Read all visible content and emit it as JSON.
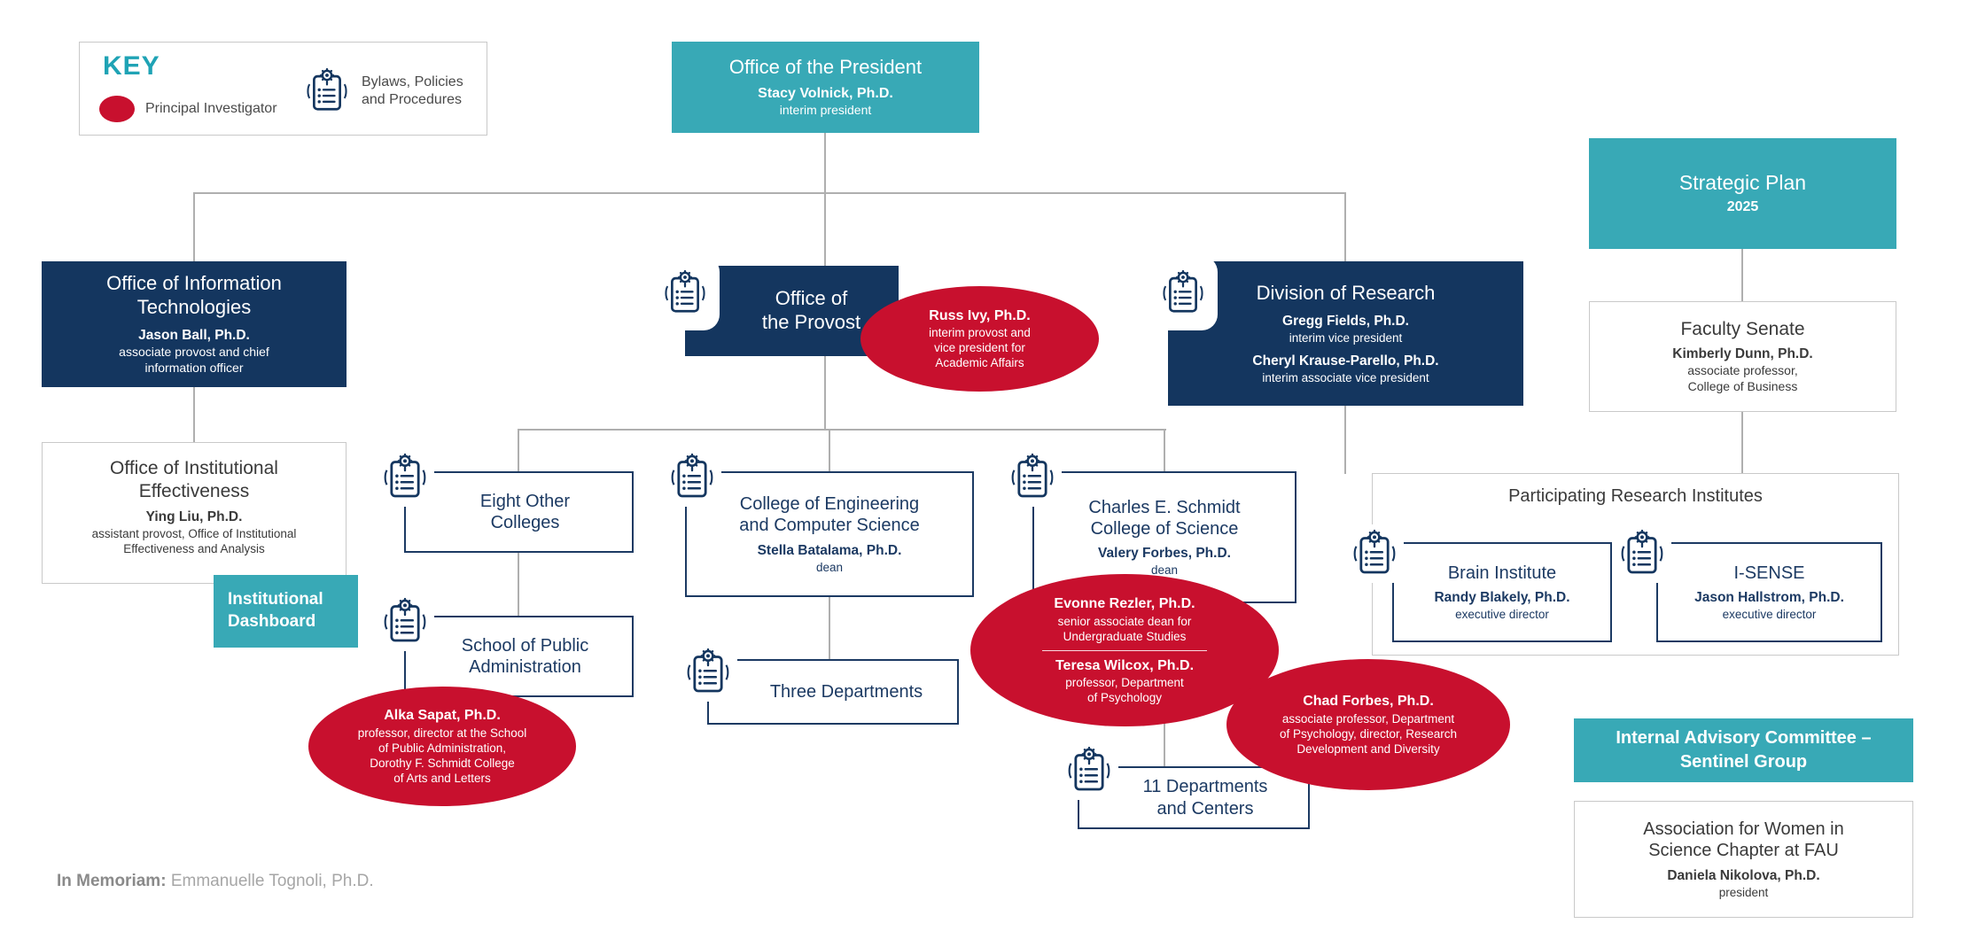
{
  "palette": {
    "teal": "#38A9B6",
    "navy": "#14365F",
    "red": "#C8102E",
    "line_gray": "#AFAFAF"
  },
  "key": {
    "title": "KEY",
    "principal_investigator": "Principal Investigator",
    "bylaws": "Bylaws, Policies\nand Procedures"
  },
  "nodes": {
    "president": {
      "title": "Office of the President",
      "name": "Stacy Volnick, Ph.D.",
      "role": "interim president"
    },
    "strategic_plan": {
      "title": "Strategic Plan",
      "year": "2025"
    },
    "oit": {
      "title": "Office of Information\nTechnologies",
      "name": "Jason Ball, Ph.D.",
      "role": "associate provost and chief\ninformation officer"
    },
    "provost": {
      "title": "Office of\nthe Provost"
    },
    "russ_ivy": {
      "name": "Russ Ivy, Ph.D.",
      "role": "interim provost and\nvice president for\nAcademic Affairs"
    },
    "research": {
      "title": "Division of Research",
      "person1_name": "Gregg Fields, Ph.D.",
      "person1_role": "interim vice president",
      "person2_name": "Cheryl Krause-Parello, Ph.D.",
      "person2_role": "interim associate vice president"
    },
    "faculty_senate": {
      "title": "Faculty Senate",
      "name": "Kimberly Dunn, Ph.D.",
      "role": "associate professor,\nCollege of Business"
    },
    "oie": {
      "title": "Office of Institutional\nEffectiveness",
      "name": "Ying Liu, Ph.D.",
      "role": "assistant provost, Office of Institutional\nEffectiveness and Analysis"
    },
    "dashboard": {
      "title": "Institutional\nDashboard"
    },
    "eight_colleges": {
      "title": "Eight Other\nColleges"
    },
    "engineering": {
      "title": "College of Engineering\nand Computer Science",
      "name": "Stella Batalama, Ph.D.",
      "role": "dean"
    },
    "schmidt": {
      "title": "Charles E. Schmidt\nCollege of Science",
      "name": "Valery Forbes, Ph.D.",
      "role": "dean"
    },
    "public_admin": {
      "title": "School of Public\nAdministration"
    },
    "alka_sapat": {
      "name": "Alka Sapat, Ph.D.",
      "role": "professor, director at the School\nof Public Administration,\nDorothy F. Schmidt College\nof Arts and Letters"
    },
    "three_departments": {
      "title": "Three Departments"
    },
    "rezler": {
      "name": "Evonne Rezler, Ph.D.",
      "role": "senior associate dean for\nUndergraduate Studies"
    },
    "wilcox": {
      "name": "Teresa Wilcox, Ph.D.",
      "role": "professor, Department\nof Psychology"
    },
    "eleven_departments": {
      "title": "11 Departments\nand Centers"
    },
    "chad_forbes": {
      "name": "Chad Forbes, Ph.D.",
      "role": "associate professor, Department\nof Psychology, director, Research\nDevelopment and Diversity"
    },
    "pri": {
      "title": "Participating Research Institutes"
    },
    "brain": {
      "title": "Brain Institute",
      "name": "Randy Blakely, Ph.D.",
      "role": "executive director"
    },
    "isense": {
      "title": "I-SENSE",
      "name": "Jason Hallstrom, Ph.D.",
      "role": "executive director"
    },
    "sentinel": {
      "title": "Internal Advisory Committee –\nSentinel Group"
    },
    "awis": {
      "title": "Association for Women in\nScience Chapter at FAU",
      "name": "Daniela Nikolova, Ph.D.",
      "role": "president"
    }
  },
  "footer": {
    "label": "In Memoriam:",
    "name": "Emmanuelle Tognoli, Ph.D."
  }
}
